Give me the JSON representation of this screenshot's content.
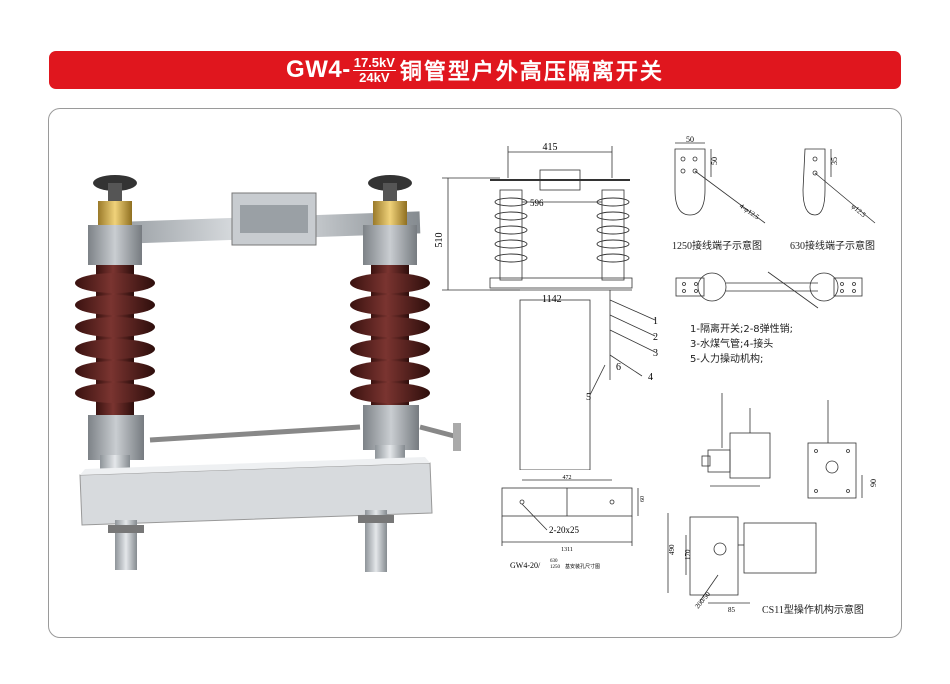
{
  "title": {
    "model": "GW4-",
    "voltage_top": "17.5kV",
    "voltage_bottom": "24kV",
    "name": "铜管型户外高压隔离开关"
  },
  "colors": {
    "banner": "#e0161e",
    "insulator": "#5a1f1c",
    "frame": "#9a9a9a"
  },
  "front_view": {
    "dim_width": "415",
    "dim_height": "510",
    "dim_596": "596",
    "dim_1142": "1142",
    "callouts": [
      "1",
      "2",
      "3",
      "4",
      "5",
      "6"
    ]
  },
  "terminal_1250": {
    "dim_a": "50",
    "dim_b": "50",
    "dim_dia": "4-φ12.5",
    "caption": "1250接线端子示意图"
  },
  "terminal_630": {
    "dim_a": "35",
    "dim_dia": "φ12.5",
    "caption": "630接线端子示意图"
  },
  "legend": [
    "1-隔离开关;2-8弹性销;",
    "3-水煤气管;4-接头",
    "5-人力操动机构;"
  ],
  "base_plan": {
    "dim_top": "472",
    "dim_side": "60",
    "holes": "2-20x25",
    "dim_bottom": "1311",
    "caption_model": "GW4-20/",
    "caption_frac_top": "630",
    "caption_frac_bottom": "1250",
    "caption_text": "基安装孔尺寸图"
  },
  "mechanism": {
    "dim_90": "90",
    "dim_490": "490",
    "dim_170": "170",
    "dim_200": "200/50",
    "dim_85": "85",
    "caption": "CS11型操作机构示意图"
  }
}
